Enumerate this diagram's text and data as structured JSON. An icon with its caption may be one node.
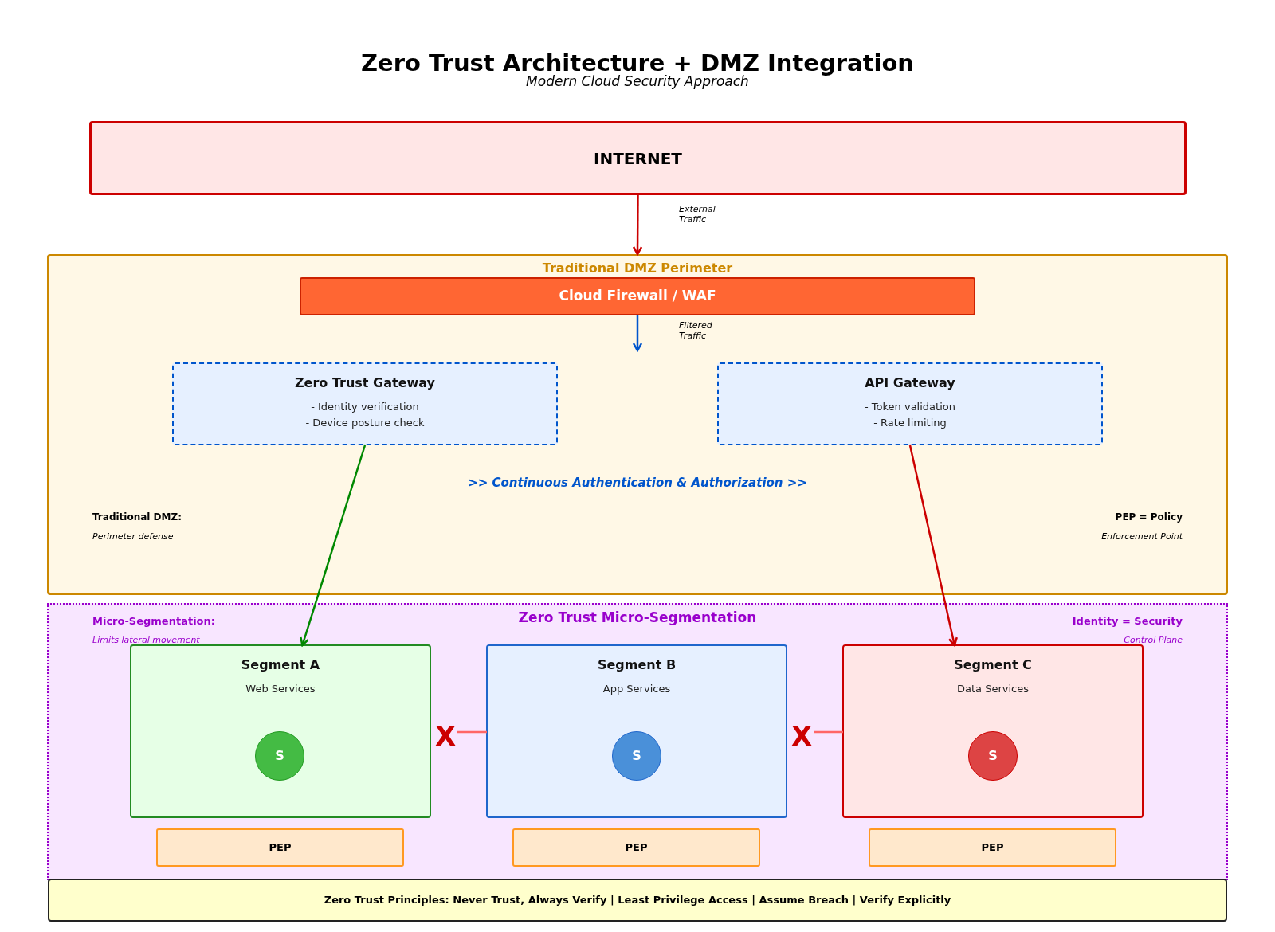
{
  "diagram": {
    "title": "Zero Trust Architecture + DMZ Integration",
    "nodes": [
      {
        "text": [
          "INTERNET"
        ]
      },
      {
        "text": [
          "Traditional DMZ Perimeter"
        ]
      },
      {
        "text": [
          "Cloud Firewall / WAF"
        ],
        "in": 1
      },
      {
        "text": [
          "Zero Trust Gateway",
          "- Identity verification",
          "- Device posture check"
        ],
        "in": 1
      },
      {
        "text": [
          "API Gateway",
          "- Token validation",
          "- Rate limiting"
        ],
        "in": 1
      },
      {
        "text": [
          "Zero Trust Micro-Segmentation"
        ]
      },
      {
        "text": [
          "Segment A",
          "Web Services"
        ],
        "in": 5
      },
      {
        "text": [
          "S"
        ],
        "in": 6
      },
      {
        "text": [
          "Segment B",
          "App Services"
        ],
        "in": 5
      },
      {
        "text": [
          "S"
        ],
        "in": 8
      },
      {
        "text": [
          "Segment C",
          "Data Services"
        ],
        "in": 5
      },
      {
        "text": [
          "S"
        ],
        "in": 10
      },
      {
        "text": [
          "PEP"
        ],
        "in": 5
      },
      {
        "text": [
          "PEP"
        ],
        "in": 5
      },
      {
        "text": [
          "PEP"
        ],
        "in": 5
      },
      {
        "text": [
          "Zero Trust Principles: Never Trust, Always Verify | Least Privilege Access | Assume Breach | Verify Explicitly"
        ]
      }
    ],
    "edges": [
      {
        "from": 0,
        "to": 1,
        "arrow": "to",
        "label": "External Traffic",
        "color": "#cc0000"
      },
      {
        "from": 2,
        "to": null,
        "arrow": "to",
        "label": "Filtered Traffic",
        "color": "#0055cc"
      },
      {
        "from": 3,
        "to": 6,
        "arrow": "to",
        "color": "#008800"
      },
      {
        "from": 4,
        "to": 10,
        "arrow": "to",
        "color": "#cc0000"
      },
      {
        "from": 6,
        "to": 8,
        "arrow": "none",
        "label": "X",
        "color": "#ff6666"
      },
      {
        "from": 8,
        "to": 10,
        "arrow": "none",
        "label": "X",
        "color": "#ff6666"
      }
    ],
    "labels": [
      "Modern Cloud Security Approach",
      ">> Continuous Authentication & Authorization >>",
      "Traditional DMZ:",
      "Perimeter defense",
      "PEP = Policy",
      "Enforcement Point",
      "Micro-Segmentation:",
      "Limits lateral movement",
      "Identity = Security",
      "Control Plane"
    ]
  }
}
